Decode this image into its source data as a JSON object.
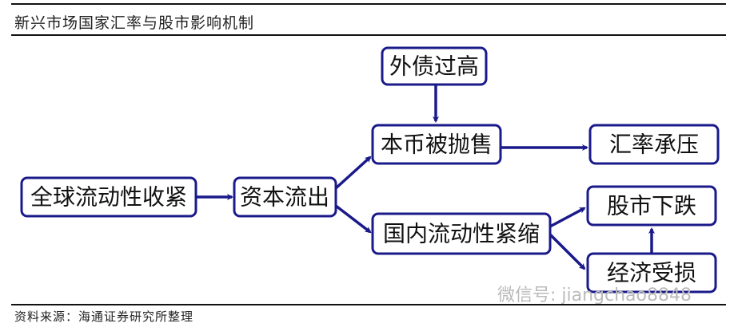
{
  "title": "新兴市场国家汇率与股市影响机制",
  "source": "资料来源：海通证券研究所整理",
  "watermark": "微信号: jiangchao8848",
  "colors": {
    "box_border": "#1a1a8a",
    "arrow": "#1a1a8a"
  },
  "nodes": {
    "foreign_debt": "外债过高",
    "currency_sold": "本币被抛售",
    "fx_pressure": "汇率承压",
    "global_tightening": "全球流动性收紧",
    "capital_outflow": "资本流出",
    "domestic_tightening": "国内流动性紧缩",
    "stock_fall": "股市下跌",
    "economy_hurt": "经济受损"
  },
  "edges": [
    [
      "foreign_debt",
      "currency_sold"
    ],
    [
      "currency_sold",
      "fx_pressure"
    ],
    [
      "global_tightening",
      "capital_outflow"
    ],
    [
      "capital_outflow",
      "currency_sold"
    ],
    [
      "capital_outflow",
      "domestic_tightening"
    ],
    [
      "domestic_tightening",
      "stock_fall"
    ],
    [
      "domestic_tightening",
      "economy_hurt"
    ],
    [
      "economy_hurt",
      "stock_fall"
    ]
  ]
}
